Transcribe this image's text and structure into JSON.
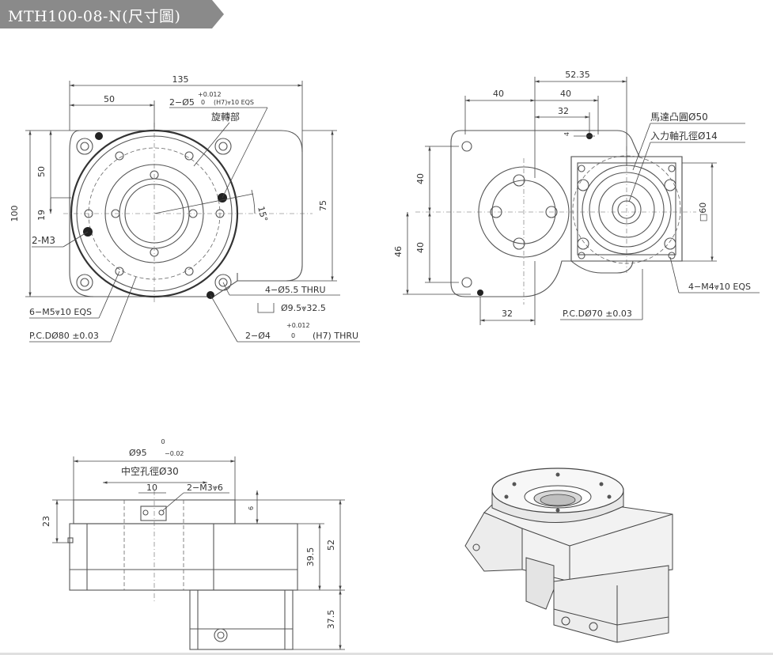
{
  "header": {
    "title": "MTH100-08-N(尺寸圖)",
    "tab_color": "#8a8a8a"
  },
  "top_view": {
    "width_135": "135",
    "dim_50": "50",
    "pin_hole_label": "2−Ø5",
    "pin_hole_tol_upper": "+0.012",
    "pin_hole_tol_lower": "0",
    "pin_hole_spec": "(H7)⩔10 EQS",
    "rotating_part": "旋轉部",
    "dim_50_vertical": "50",
    "dim_100": "100",
    "dim_19": "19",
    "dim_75": "75",
    "angle_15": "15°",
    "m3_label": "2-M3",
    "thru_hole_label": "4−Ø5.5 THRU",
    "counterbore_label": "Ø9.5⩔32.5",
    "m5_label": "6−M5⩔10 EQS",
    "pcd80_label": "P.C.DØ80 ±0.03",
    "pin4_label": "2−Ø4",
    "pin4_tol_upper": "+0.012",
    "pin4_tol_lower": "0",
    "pin4_spec": "(H7) THRU"
  },
  "right_view": {
    "dim_52_35": "52.35",
    "dim_40_h": "40",
    "dim_40_h2": "40",
    "dim_32_top": "32",
    "dim_4": "4",
    "motor_boss": "馬達凸圓Ø50",
    "input_shaft": "入力軸孔徑Ø14",
    "dim_40_v1": "40",
    "dim_40_v2": "40",
    "dim_46": "46",
    "square_60": "□60",
    "m4_label": "4−M4⩔10 EQS",
    "dim_32_bottom": "32",
    "pcd70_label": "P.C.DØ70 ±0.03"
  },
  "side_view": {
    "dia95_tol_upper": "0",
    "dia95_label": "Ø95",
    "dia95_tol_lower": "−0.02",
    "hollow_label": "中空孔徑Ø30",
    "dim_10": "10",
    "m3_depth": "2−M3⩔6",
    "dim_6": "6",
    "dim_23": "23",
    "dim_39_5": "39.5",
    "dim_52": "52",
    "dim_37_5": "37.5"
  }
}
